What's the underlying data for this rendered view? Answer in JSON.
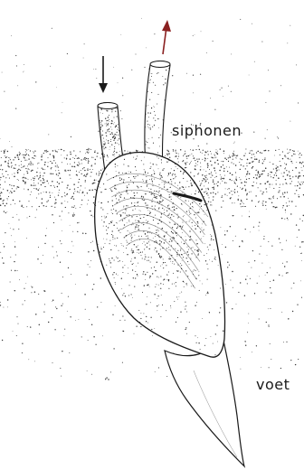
{
  "labels": {
    "siphons": "siphonen",
    "foot": "voet"
  },
  "arrows": {
    "inflow": {
      "direction": "down",
      "color": "#1a1a1a"
    },
    "outflow": {
      "direction": "up",
      "color": "#8a2020"
    }
  },
  "colors": {
    "ink": "#1a1a1a",
    "sediment": "#3a3a3a",
    "background": "#ffffff"
  }
}
